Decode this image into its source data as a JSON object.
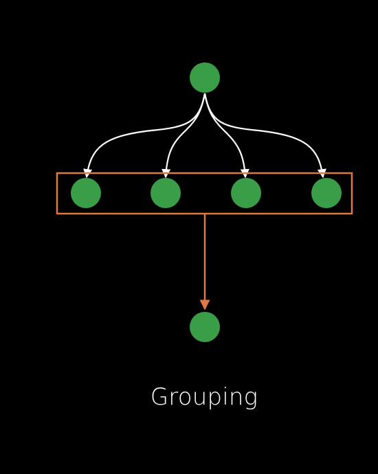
{
  "diagram": {
    "caption": "Grouping",
    "colors": {
      "background": "#000000",
      "node": "#3a9e48",
      "fan_out_arrow": "#ffffff",
      "group_box": "#e07a45",
      "group_arrow": "#e07a45",
      "caption_text": "#ffffff"
    },
    "nodes": [
      {
        "id": "source",
        "role": "source"
      },
      {
        "id": "group-member-1",
        "role": "grouped"
      },
      {
        "id": "group-member-2",
        "role": "grouped"
      },
      {
        "id": "group-member-3",
        "role": "grouped"
      },
      {
        "id": "group-member-4",
        "role": "grouped"
      },
      {
        "id": "result",
        "role": "output"
      }
    ],
    "edges": [
      {
        "from": "source",
        "to": "group-member-1",
        "style": "fan-out"
      },
      {
        "from": "source",
        "to": "group-member-2",
        "style": "fan-out"
      },
      {
        "from": "source",
        "to": "group-member-3",
        "style": "fan-out"
      },
      {
        "from": "source",
        "to": "group-member-4",
        "style": "fan-out"
      },
      {
        "from": "group",
        "to": "result",
        "style": "group-output"
      }
    ]
  }
}
